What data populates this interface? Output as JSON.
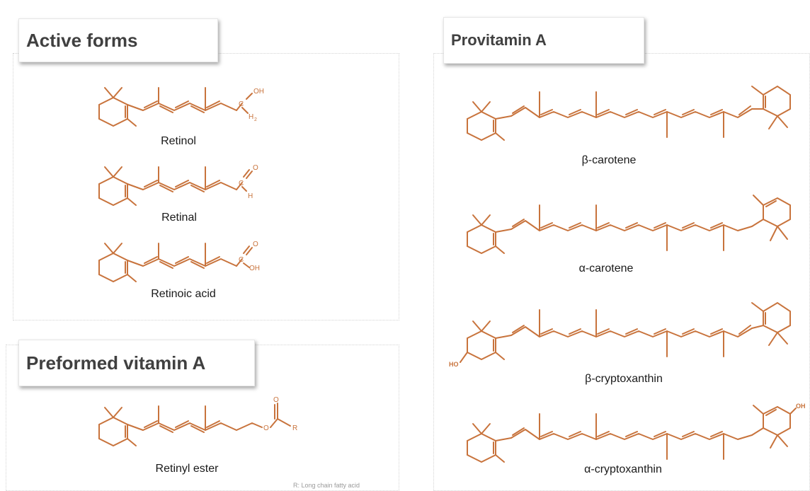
{
  "sections": {
    "active_forms": {
      "title": "Active forms",
      "molecules": [
        {
          "name": "Retinol",
          "labels": [
            "OH",
            "C",
            "H",
            "2"
          ]
        },
        {
          "name": "Retinal",
          "labels": [
            "O",
            "C",
            "H"
          ]
        },
        {
          "name": "Retinoic acid",
          "labels": [
            "O",
            "C",
            "OH"
          ]
        }
      ]
    },
    "preformed": {
      "title": "Preformed vitamin A",
      "molecules": [
        {
          "name": "Retinyl ester",
          "labels": [
            "O",
            "O",
            "R"
          ]
        }
      ],
      "note": "R: Long chain fatty acid"
    },
    "provitamin": {
      "title": "Provitamin A",
      "molecules": [
        {
          "name": "β-carotene"
        },
        {
          "name": "α-carotene"
        },
        {
          "name": "β-cryptoxanthin",
          "labels": [
            "HO"
          ]
        },
        {
          "name": "α-cryptoxanthin",
          "labels": [
            "OH"
          ]
        }
      ]
    }
  },
  "colors": {
    "structure": "#c8733c",
    "title": "#404040",
    "caption": "#1a1a1a",
    "note": "#9a9a9a"
  }
}
